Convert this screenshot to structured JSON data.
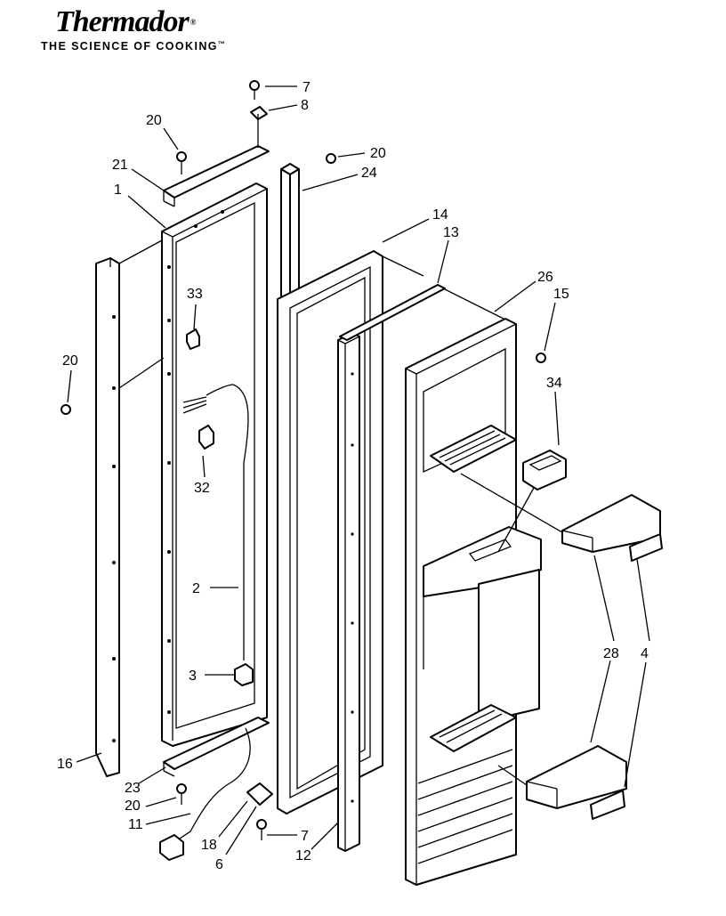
{
  "brand": {
    "name": "Thermador",
    "trademark": "®",
    "tagline": "THE SCIENCE OF COOKING",
    "tagline_mark": "™"
  },
  "callouts": {
    "c7_top": "7",
    "c8": "8",
    "c20_top_left": "20",
    "c20_top_right": "20",
    "c21": "21",
    "c24": "24",
    "c1": "1",
    "c14": "14",
    "c13": "13",
    "c26": "26",
    "c15": "15",
    "c33": "33",
    "c20_left": "20",
    "c34": "34",
    "c32": "32",
    "c2": "2",
    "c3": "3",
    "c28": "28",
    "c4": "4",
    "c16": "16",
    "c23": "23",
    "c20_bottom": "20",
    "c11": "11",
    "c18": "18",
    "c7_bottom": "7",
    "c6": "6",
    "c12": "12"
  }
}
